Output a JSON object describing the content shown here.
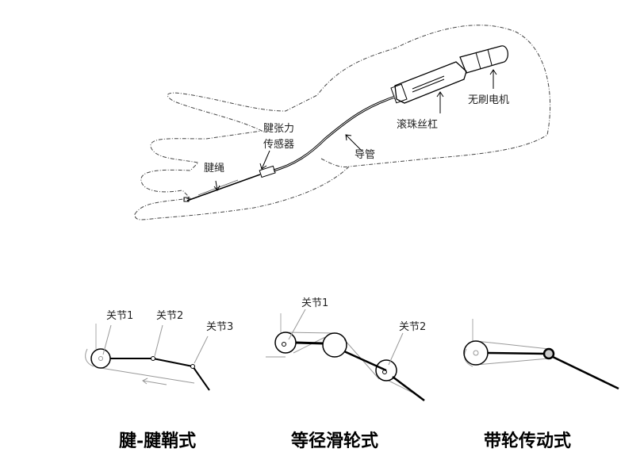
{
  "top_figure": {
    "labels": {
      "motor": "无刷电机",
      "ball_screw": "滚珠丝杠",
      "guide_tube": "导管",
      "sensor_line1": "腱张力",
      "sensor_line2": "传感器",
      "tendon": "腱绳"
    }
  },
  "bottom_figures": [
    {
      "caption": "腱-腱鞘式",
      "joints": [
        "关节1",
        "关节2",
        "关节3"
      ]
    },
    {
      "caption": "等径滑轮式",
      "joints": [
        "关节1",
        "关节2"
      ]
    },
    {
      "caption": "带轮传动式",
      "joints": []
    }
  ]
}
